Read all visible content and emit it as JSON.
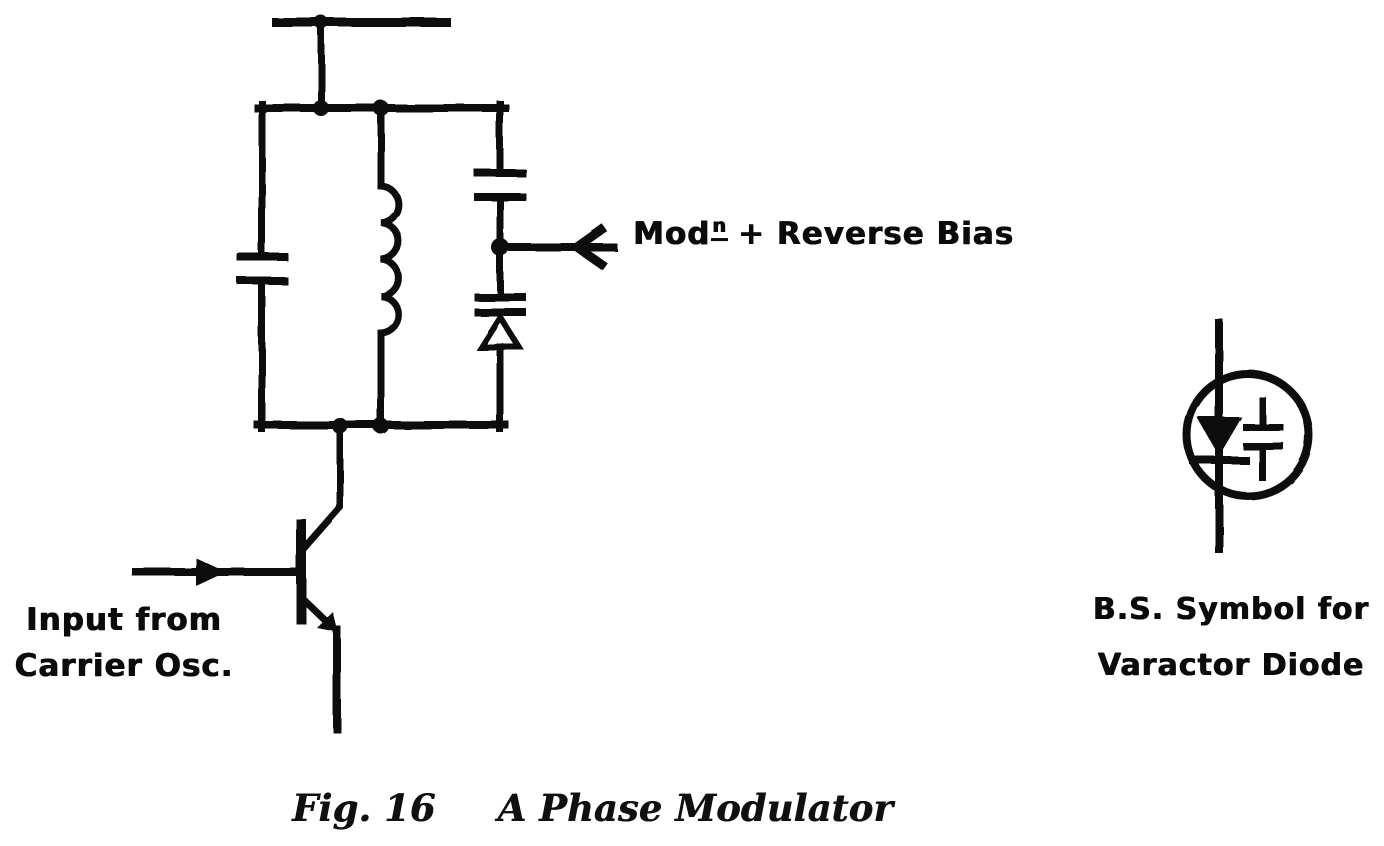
{
  "page": {
    "background": "#ffffff",
    "ink": "#0b0b0b"
  },
  "circuit": {
    "labels": {
      "modulation": {
        "base": "Mod",
        "superscript": "n",
        "rest": "+ Reverse Bias"
      },
      "input": {
        "line1": "Input from",
        "line2": "Carrier Osc."
      },
      "bs_symbol": {
        "line1": "B.S. Symbol for",
        "line2": "Varactor Diode"
      }
    },
    "components": [
      {
        "icon": "supply-rail-icon"
      },
      {
        "icon": "capacitor-icon"
      },
      {
        "icon": "inductor-coil-icon"
      },
      {
        "icon": "coupling-capacitor-icon"
      },
      {
        "icon": "varactor-diode-icon"
      },
      {
        "icon": "left-arrow-icon"
      },
      {
        "icon": "npn-transistor-icon"
      },
      {
        "icon": "right-arrow-icon"
      },
      {
        "icon": "bs-varactor-circle-icon"
      }
    ]
  },
  "caption": {
    "figure": "Fig. 16",
    "title": "A Phase Modulator"
  }
}
